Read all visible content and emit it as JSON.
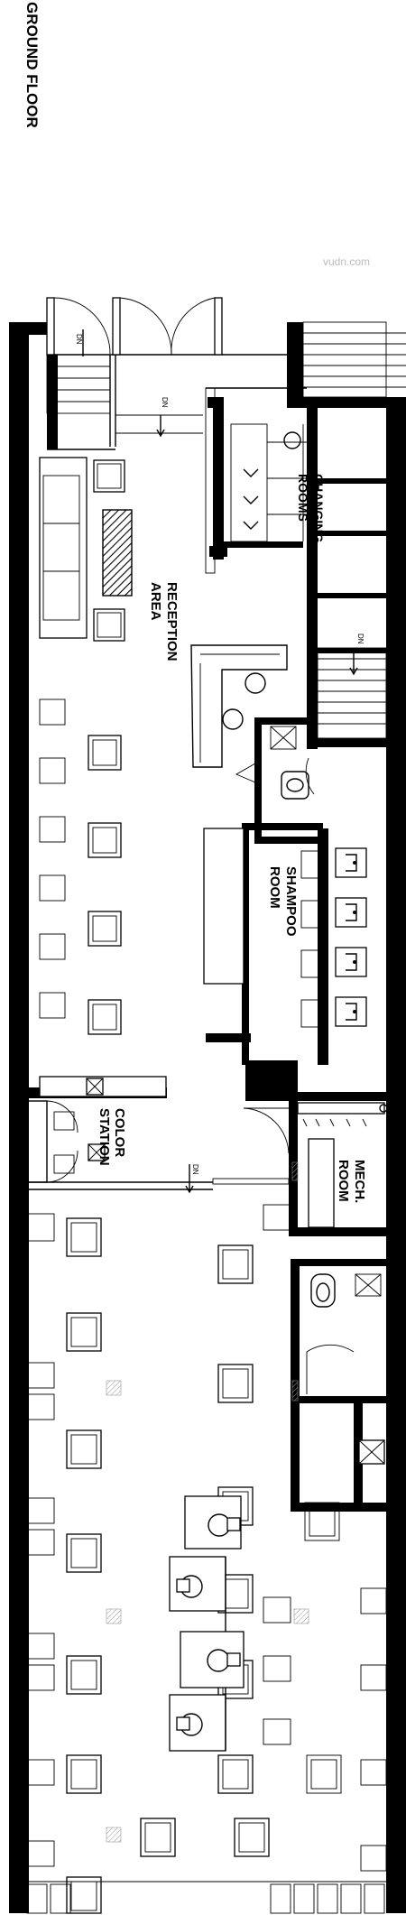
{
  "title": "GROUND FLOOR",
  "watermark": "vudn.com",
  "rooms": {
    "changing": [
      "CHANGING",
      "ROOMS"
    ],
    "reception": [
      "RECEPTION",
      "AREA"
    ],
    "shampoo": [
      "SHAMPOO",
      "ROOM"
    ],
    "color": [
      "COLOR",
      "STATION"
    ],
    "mech": [
      "MECH.",
      "ROOM"
    ]
  },
  "stair_label": "DN"
}
